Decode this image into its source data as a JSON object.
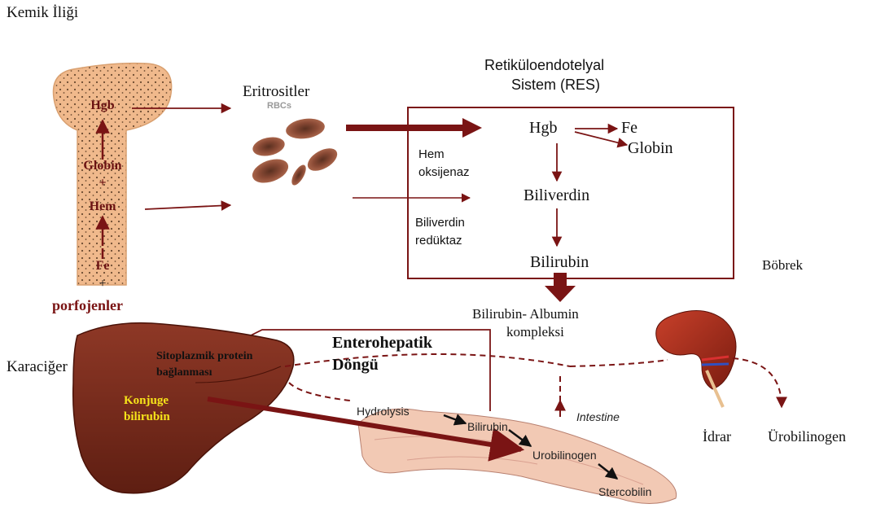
{
  "labels": {
    "bone_marrow": "Kemik İliği",
    "erythrocytes": "Eritrositler",
    "rbc_caption": "RBCs",
    "res_title_line1": "Retiküloendotelyal",
    "res_title_line2": "Sistem (RES)",
    "liver": "Karaciğer",
    "kidney": "Böbrek",
    "enterohepatic_line1": "Enterohepatik",
    "enterohepatic_line2": "Döngü",
    "urine": "İdrar",
    "urobilinogen_urine": "Ürobilinogen",
    "albumin_line1": "Bilirubin- Albumin",
    "albumin_line2": "kompleksi",
    "porphyrins": "porfojenler"
  },
  "bone": {
    "hgb": "Hgb",
    "globin": "Globin",
    "plus1": "+",
    "hem": "Hem",
    "fe": "Fe",
    "plus2": "+"
  },
  "res": {
    "hgb": "Hgb",
    "fe": "Fe",
    "globin": "Globin",
    "biliverdin": "Biliverdin",
    "bilirubin": "Bilirubin",
    "heme_oxygenase_line1": "Hem",
    "heme_oxygenase_line2": "oksijenaz",
    "biliverdin_reductase_line1": "Biliverdin",
    "biliverdin_reductase_line2": "redüktaz"
  },
  "liver_labels": {
    "protein_line1": "Sitoplazmik protein",
    "protein_line2": "bağlanması",
    "conjugated_line1": "Konjuge",
    "conjugated_line2": "bilirubin"
  },
  "intestine": {
    "hydrolysis": "Hydrolysis",
    "bilirubin": "Bilirubin",
    "urobilinogen": "Urobilinogen",
    "stercobilin": "Stercobilin",
    "intestine": "Intestine"
  },
  "colors": {
    "arrow": "#7a1414",
    "bone": "#f0b98c",
    "liver": "#7e2a1c",
    "kidney": "#a02a1a",
    "intestine": "#f2c9b4",
    "conjugated_text": "#f7e51a"
  }
}
